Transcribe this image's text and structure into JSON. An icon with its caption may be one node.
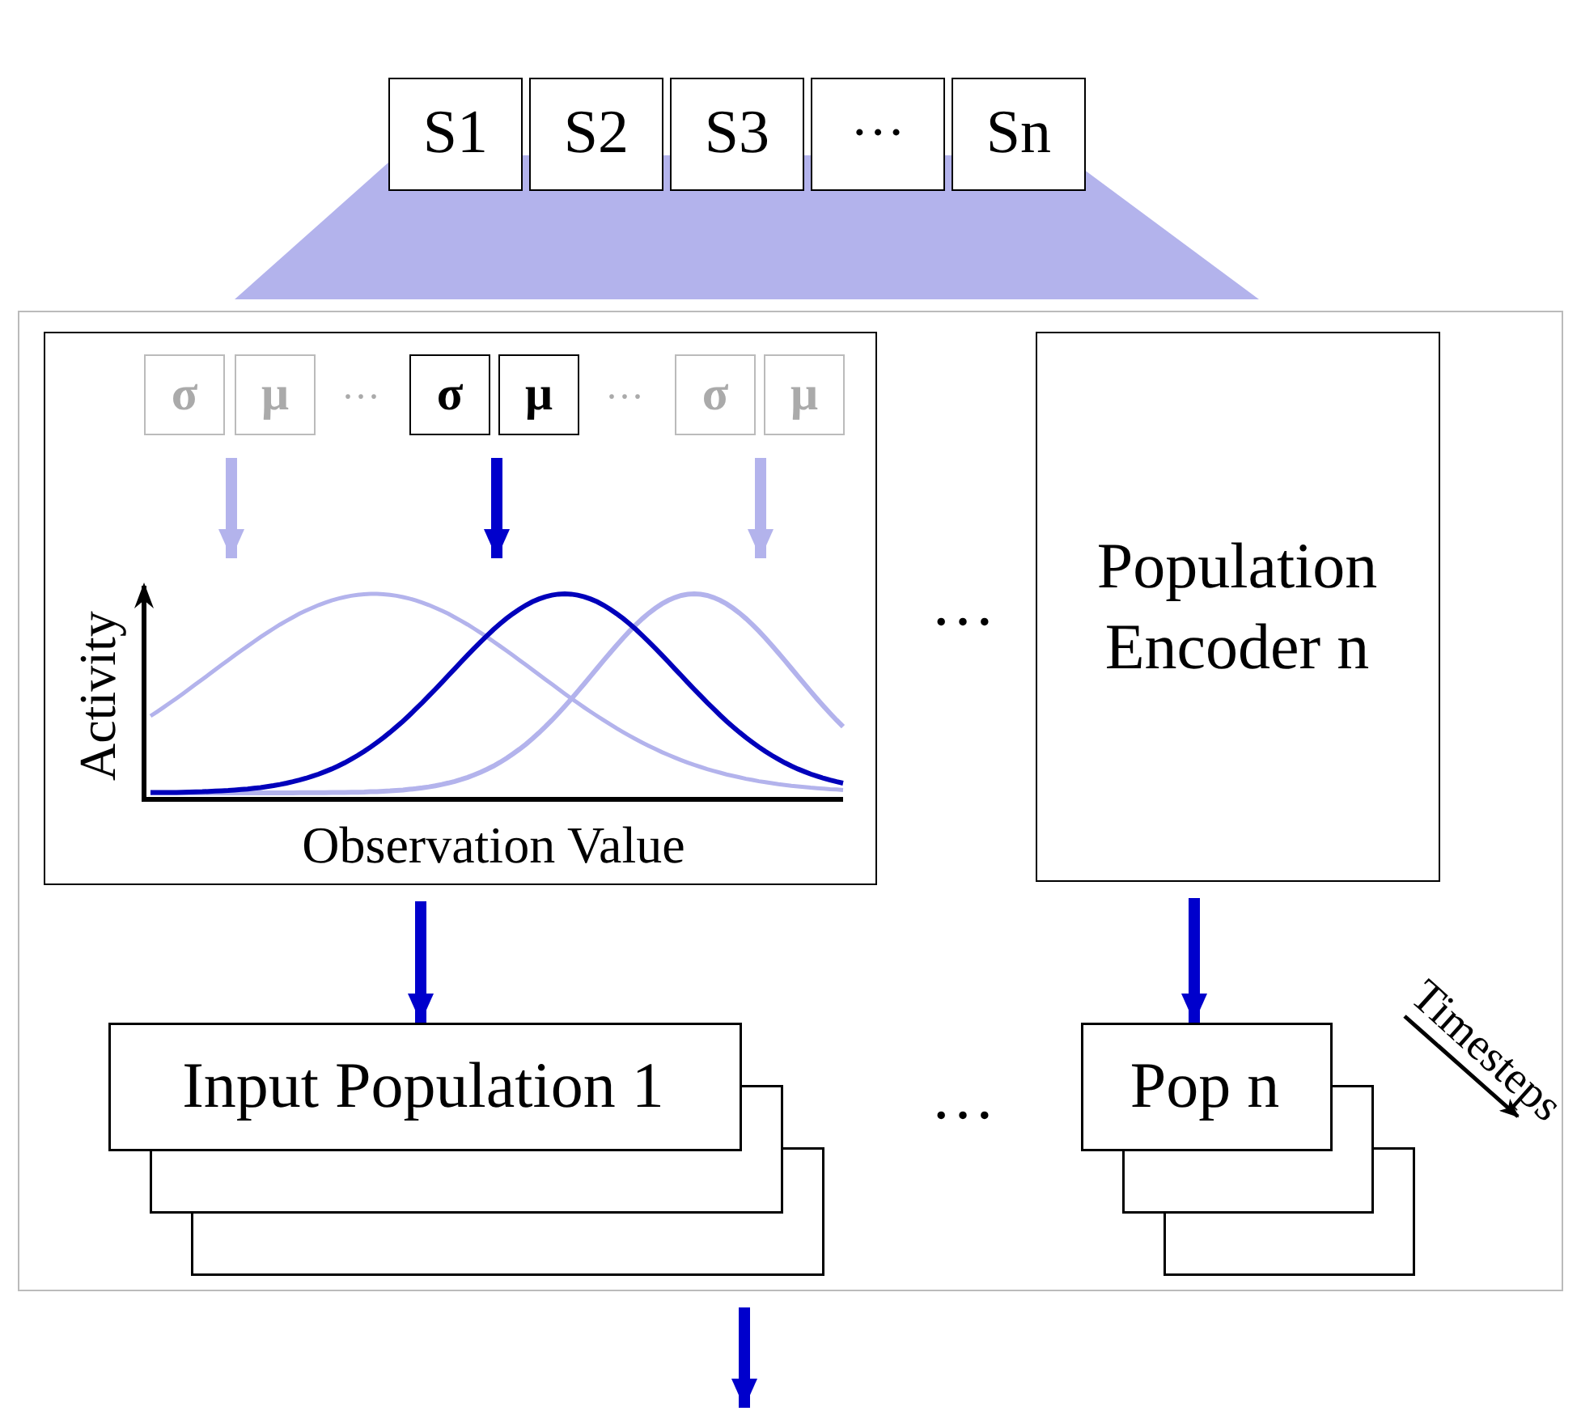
{
  "diagram": {
    "nodes": [
      {
        "text": [
          "S1"
        ]
      },
      {
        "text": [
          "S2"
        ]
      },
      {
        "text": [
          "S3"
        ]
      },
      {
        "text": [
          "···"
        ]
      },
      {
        "text": [
          "Sn"
        ]
      },
      {
        "text": [],
        "shape": "funnel"
      },
      {
        "text": [],
        "shape": "box"
      },
      {
        "text": [],
        "shape": "box",
        "in": 6
      },
      {
        "text": [
          "σ"
        ],
        "in": 7
      },
      {
        "text": [
          "μ"
        ],
        "in": 7
      },
      {
        "text": [
          "σ"
        ],
        "in": 7
      },
      {
        "text": [
          "μ"
        ],
        "in": 7
      },
      {
        "text": [
          "σ"
        ],
        "in": 7
      },
      {
        "text": [
          "μ"
        ],
        "in": 7
      },
      {
        "text": [],
        "shape": "picture",
        "in": 7
      },
      {
        "text": [
          "Population Encoder n"
        ],
        "in": 6
      },
      {
        "text": [
          "Input Population 1"
        ],
        "in": 6
      },
      {
        "text": [
          "Pop n"
        ],
        "in": 6
      }
    ],
    "edges": [
      {
        "from": null,
        "to": 14,
        "arrow": "to",
        "color": "#b3b3ec"
      },
      {
        "from": null,
        "to": 14,
        "arrow": "to"
      },
      {
        "from": null,
        "to": 14,
        "arrow": "to",
        "color": "#b3b3ec"
      },
      {
        "from": 7,
        "to": 16,
        "arrow": "to"
      },
      {
        "from": 15,
        "to": 17,
        "arrow": "to"
      },
      {
        "from": 6,
        "to": null,
        "arrow": "to"
      }
    ],
    "labels": [
      "···",
      "···",
      "Activity",
      "Observation Value",
      "…",
      "…",
      "Timesteps"
    ]
  }
}
